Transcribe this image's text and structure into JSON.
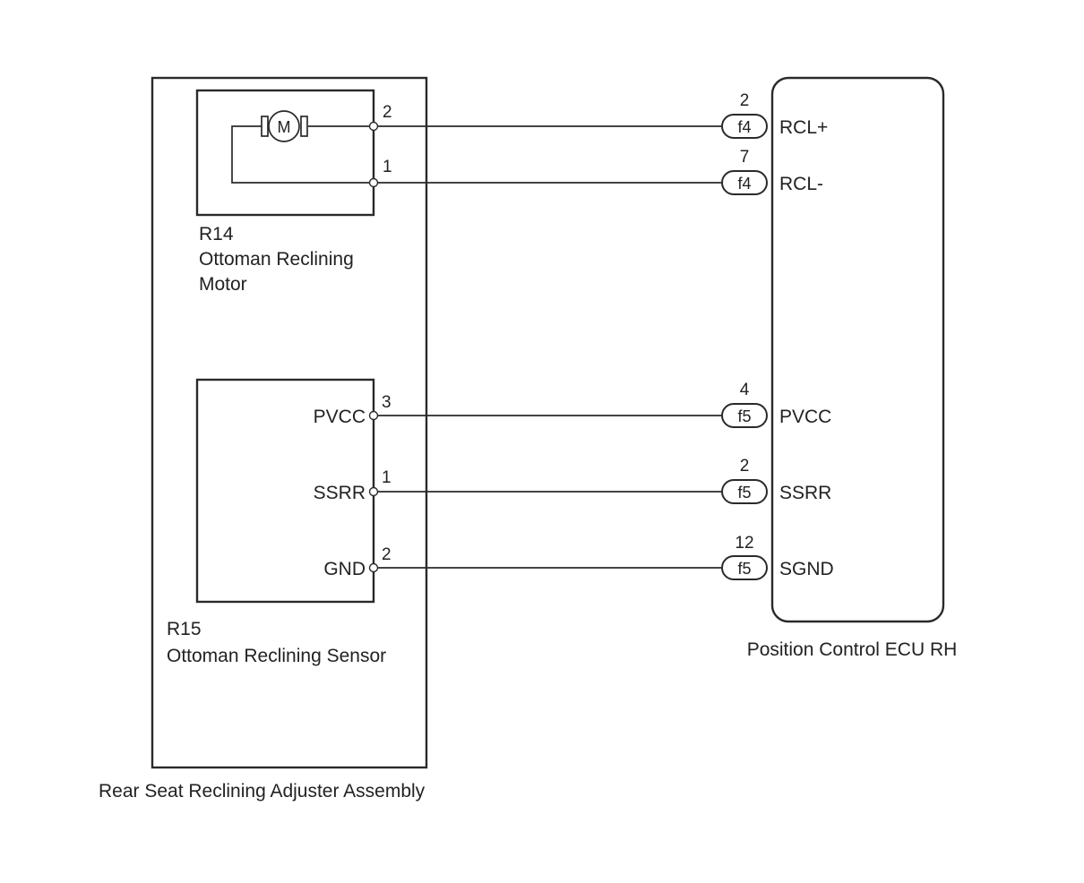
{
  "assembly": {
    "label": "Rear Seat Reclining Adjuster Assembly"
  },
  "motor": {
    "code": "R14",
    "name_line1": "Ottoman Reclining",
    "name_line2": "Motor",
    "symbol": "M",
    "pins": [
      {
        "pin": "2"
      },
      {
        "pin": "1"
      }
    ]
  },
  "sensor": {
    "code": "R15",
    "name": "Ottoman Reclining Sensor",
    "pins": [
      {
        "signal": "PVCC",
        "pin": "3"
      },
      {
        "signal": "SSRR",
        "pin": "1"
      },
      {
        "signal": "GND",
        "pin": "2"
      }
    ]
  },
  "ecu": {
    "label": "Position Control ECU RH",
    "terminals": [
      {
        "pin": "2",
        "connector": "f4",
        "signal": "RCL+"
      },
      {
        "pin": "7",
        "connector": "f4",
        "signal": "RCL-"
      },
      {
        "pin": "4",
        "connector": "f5",
        "signal": "PVCC"
      },
      {
        "pin": "2",
        "connector": "f5",
        "signal": "SSRR"
      },
      {
        "pin": "12",
        "connector": "f5",
        "signal": "SGND"
      }
    ]
  }
}
